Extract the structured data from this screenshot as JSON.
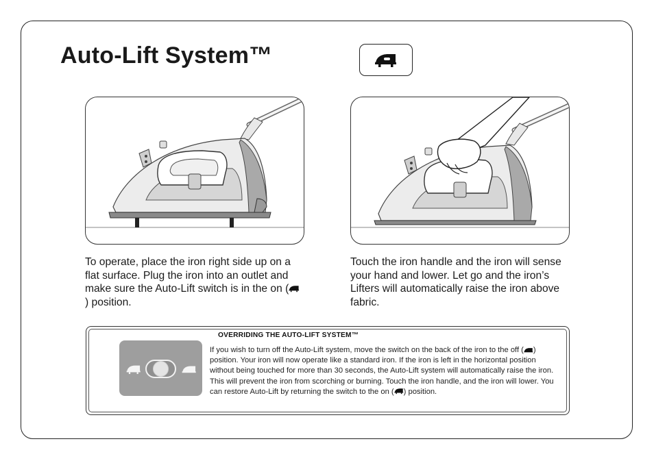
{
  "page": {
    "title": "Auto-Lift System™"
  },
  "icons": {
    "on_position": "iron-lifted-icon",
    "off_position": "iron-flat-icon"
  },
  "steps": [
    {
      "caption_before": "To operate, place the iron right side up on a flat surface. Plug the iron into an outlet and make sure the Auto-Lift switch is in the on (",
      "caption_after": ") position."
    },
    {
      "caption": "Touch the iron handle and the iron will sense your hand and lower. Let go and the iron’s Lifters will automatically raise the iron above fabric."
    }
  ],
  "override": {
    "heading": "OVERRIDING THE AUTO-LIFT SYSTEM™",
    "body_part1": "If you wish to turn off the Auto-Lift system, move the switch on the back of the iron to the off (",
    "body_part2": ") position. Your iron will now operate like a standard iron. If the iron is left in the horizontal position without being touched for more than 30 seconds, the Auto-Lift system will automatically raise the iron. This will prevent the iron from scorching or burning. Touch the iron handle, and the iron will lower. You can restore Auto-Lift by returning the switch to the on (",
    "body_part3": ") position."
  },
  "colors": {
    "text": "#1a1a1a",
    "switch_panel": "#9e9e9e",
    "iron_body": "#c8c8c8",
    "iron_base": "#8a8a8a"
  }
}
